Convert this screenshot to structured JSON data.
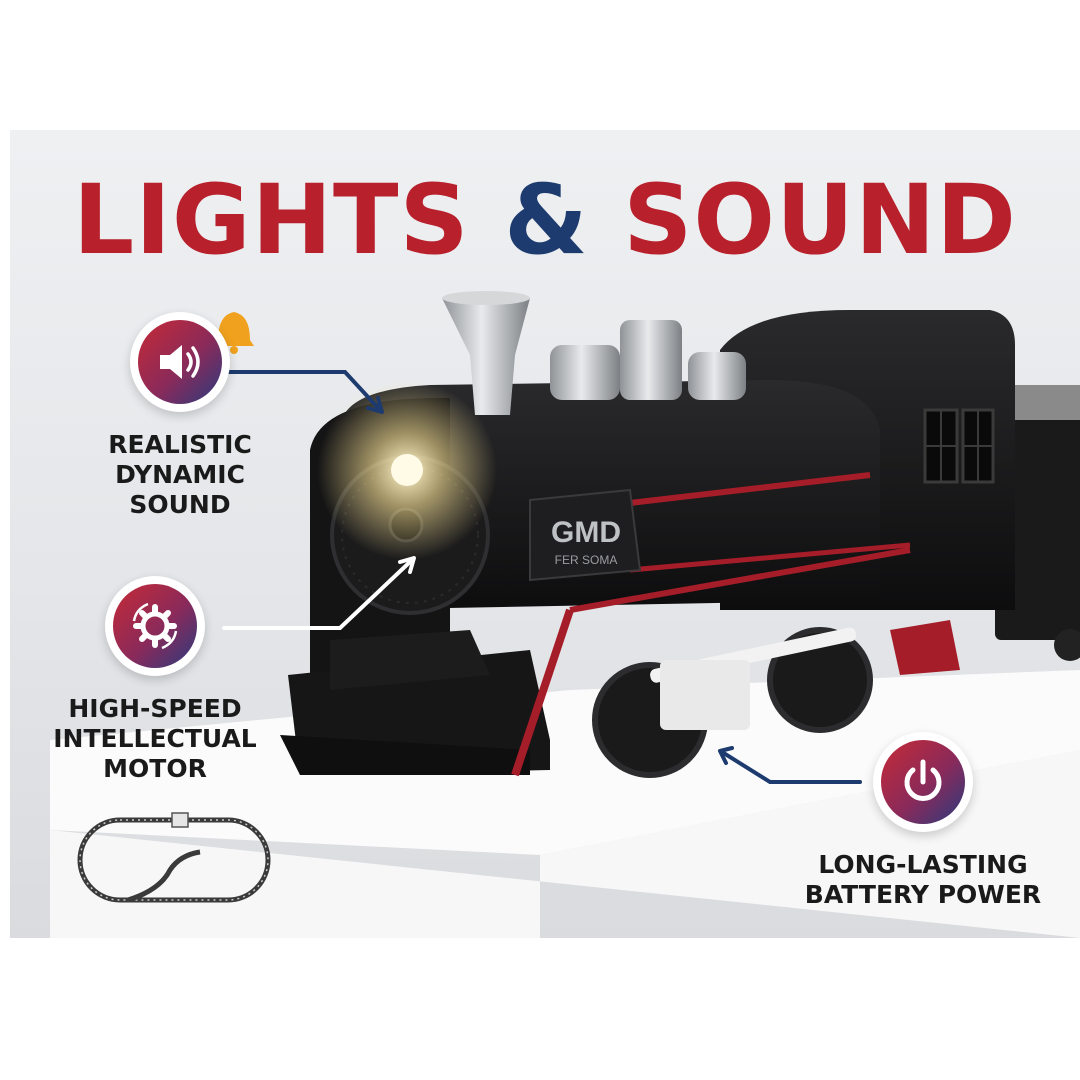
{
  "headline": {
    "part1": "LIGHTS",
    "amp": "&",
    "part2": "SOUND"
  },
  "features": [
    {
      "id": "sound",
      "label": "REALISTIC\nDYNAMIC\nSOUND",
      "icon": "speaker-icon"
    },
    {
      "id": "motor",
      "label": "HIGH-SPEED\nINTELLECTUAL\nMOTOR",
      "icon": "gear-icon"
    },
    {
      "id": "battery",
      "label": "LONG-LASTING\nBATTERY POWER",
      "icon": "power-icon"
    }
  ],
  "train": {
    "badge_text": "GMD",
    "sub_text": "FER SOMA"
  },
  "colors": {
    "accent_red": "#b8202c",
    "accent_blue": "#1d3b6e"
  }
}
